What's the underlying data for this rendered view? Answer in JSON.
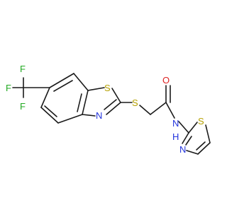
{
  "molecule": {
    "atoms": {
      "f1": "F",
      "f2": "F",
      "f3": "F",
      "s_ring1": "S",
      "n_ring1": "N",
      "s_link": "S",
      "o_carbonyl": "O",
      "n_amide": "N",
      "h_amide": "H",
      "s_ring2": "S",
      "n_ring2": "N"
    },
    "colors": {
      "bond": "#1a1a1a",
      "sulfur": "#b5a000",
      "nitrogen": "#2233dd",
      "oxygen": "#dd2222",
      "fluorine": "#22aa22",
      "carbon": "#1a1a1a"
    }
  }
}
